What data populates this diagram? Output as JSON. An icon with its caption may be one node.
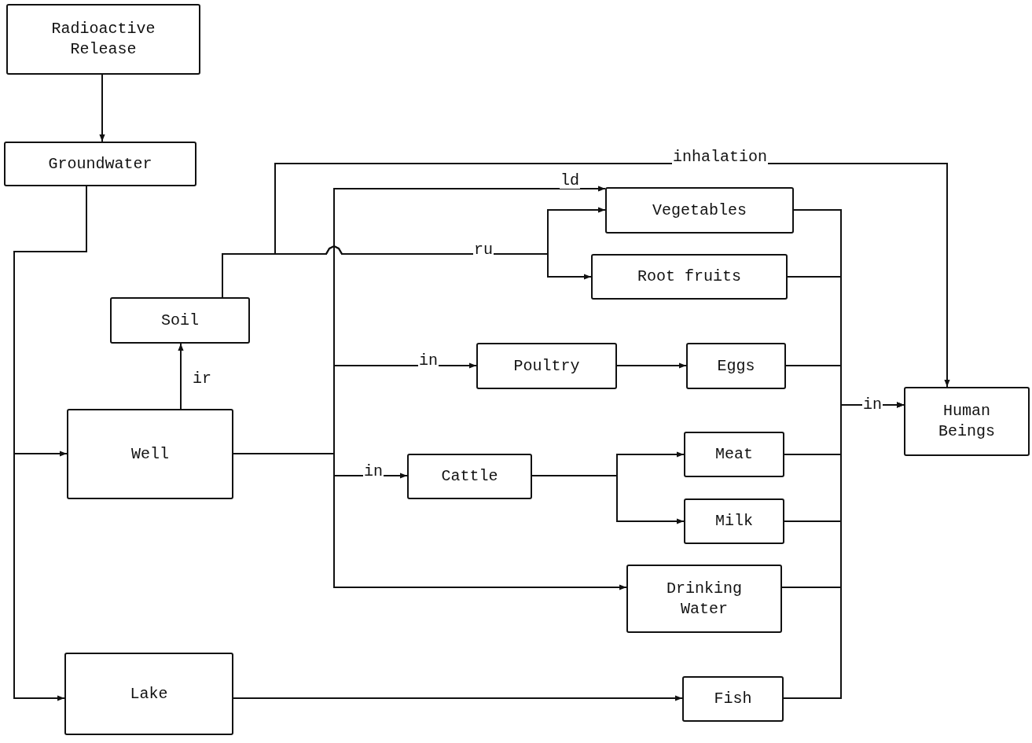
{
  "diagram": {
    "nodes": [
      {
        "text": [
          "Radioactive Release"
        ]
      },
      {
        "text": [
          "Groundwater"
        ]
      },
      {
        "text": [
          "Soil"
        ]
      },
      {
        "text": [
          "Well"
        ]
      },
      {
        "text": [
          "Lake"
        ]
      },
      {
        "text": [
          "Vegetables"
        ]
      },
      {
        "text": [
          "Root fruits"
        ]
      },
      {
        "text": [
          "Poultry"
        ]
      },
      {
        "text": [
          "Eggs"
        ]
      },
      {
        "text": [
          "Cattle"
        ]
      },
      {
        "text": [
          "Meat"
        ]
      },
      {
        "text": [
          "Milk"
        ]
      },
      {
        "text": [
          "Drinking Water"
        ]
      },
      {
        "text": [
          "Fish"
        ]
      },
      {
        "text": [
          "Human Beings"
        ]
      }
    ],
    "edges": [
      {
        "from": 0,
        "to": 1,
        "arrow": "to"
      },
      {
        "from": 1,
        "to": 3,
        "arrow": "to"
      },
      {
        "from": 1,
        "to": 4,
        "arrow": "to"
      },
      {
        "from": 3,
        "to": 2,
        "arrow": "to",
        "label": "ir"
      },
      {
        "from": 2,
        "to": 14,
        "arrow": "to",
        "label": "inhalation"
      },
      {
        "from": 2,
        "to": 5,
        "arrow": "to",
        "label": "ru"
      },
      {
        "from": 2,
        "to": 6,
        "arrow": "to"
      },
      {
        "from": 3,
        "to": 5,
        "arrow": "to",
        "label": "ld"
      },
      {
        "from": 3,
        "to": 7,
        "arrow": "to",
        "label": "in"
      },
      {
        "from": 3,
        "to": 9,
        "arrow": "to",
        "label": "in"
      },
      {
        "from": 3,
        "to": 12,
        "arrow": "to"
      },
      {
        "from": 7,
        "to": 8,
        "arrow": "to"
      },
      {
        "from": 9,
        "to": 10,
        "arrow": "to"
      },
      {
        "from": 9,
        "to": 11,
        "arrow": "to"
      },
      {
        "from": 4,
        "to": 13,
        "arrow": "to"
      },
      {
        "from": 5,
        "to": 14,
        "arrow": "to",
        "label": "in"
      },
      {
        "from": 6,
        "to": 14,
        "arrow": "to"
      },
      {
        "from": 8,
        "to": 14,
        "arrow": "to"
      },
      {
        "from": 10,
        "to": 14,
        "arrow": "to"
      },
      {
        "from": 11,
        "to": 14,
        "arrow": "to"
      },
      {
        "from": 12,
        "to": 14,
        "arrow": "to"
      },
      {
        "from": 13,
        "to": 14,
        "arrow": "to"
      }
    ]
  }
}
